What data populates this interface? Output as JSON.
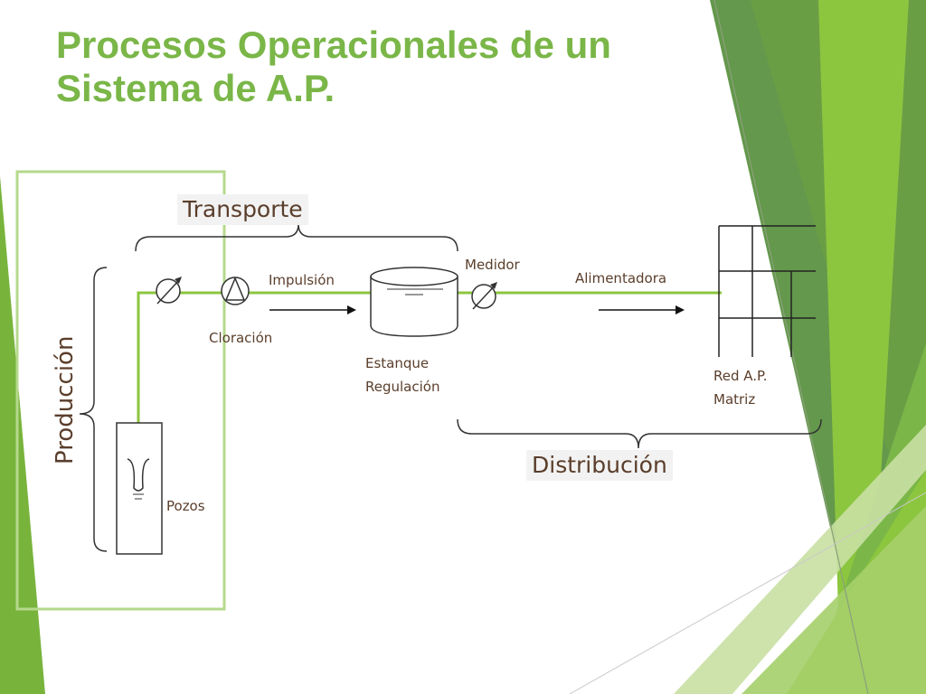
{
  "slide": {
    "title": "Procesos Operacionales de un Sistema de A.P."
  },
  "diagram": {
    "groups": {
      "production": "Producción",
      "transport": "Transporte",
      "distribution": "Distribución"
    },
    "labels": {
      "impulsion": "Impulsión",
      "chlorination": "Cloración",
      "meter": "Medidor",
      "feeder": "Alimentadora",
      "tank_line1": "Estanque",
      "tank_line2": "Regulación",
      "network_line1": "Red A.P.",
      "network_line2": "Matriz",
      "wells": "Pozos"
    },
    "icons": [
      "meter-gauge-icon",
      "pump-icon",
      "tank-icon",
      "well-icon",
      "network-grid-icon",
      "flow-arrow-icon",
      "brace-icon"
    ]
  },
  "colors": {
    "title": "#7ab648",
    "pipe": "#8cc63f",
    "text": "#5a3e2b",
    "accent_green": "#78b43c",
    "dark_green": "#4e8a33"
  }
}
